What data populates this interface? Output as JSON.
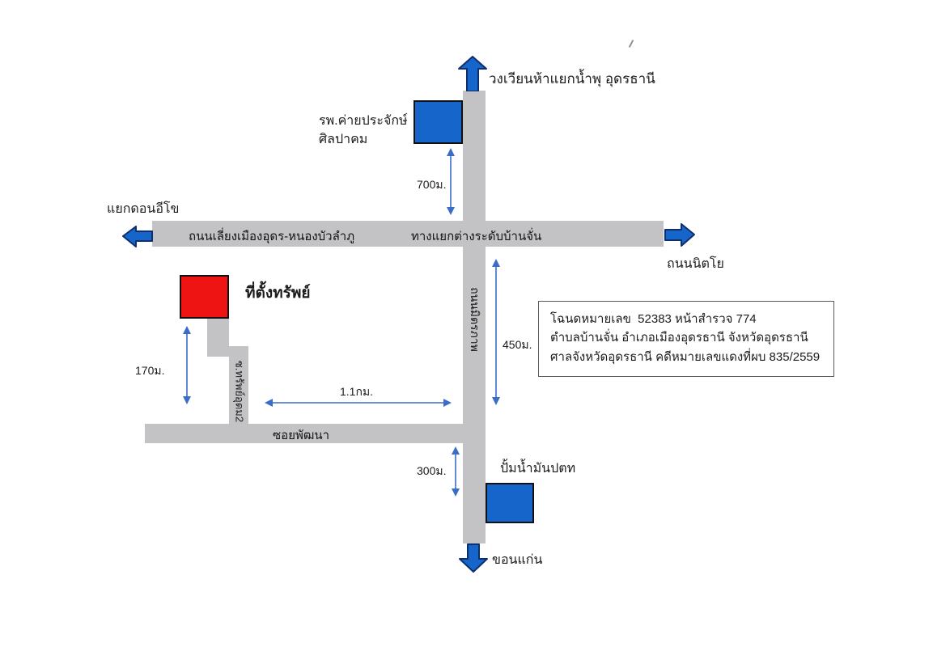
{
  "map": {
    "destinations": {
      "north": "วงเวียนห้าแยกน้ำพุ อุดรธานี",
      "south": "ขอนแก่น",
      "west_junction": "แยกดอนอีโข",
      "east_road": "ถนนนิตโย"
    },
    "roads": {
      "bypass": "ถนนเลี่ยงเมืองอุดร-หนองบัวลำภู",
      "interchange": "ทางแยกต่างระดับบ้านจั่น",
      "mittraphap": "ถนนมิตรภาพ",
      "soi_phatthana": "ซอยพัฒนา",
      "soi_sap_udom": "ซ.ทรัพย์อุดม2"
    },
    "landmarks": {
      "hospital_line1": "รพ.ค่ายประจักษ์",
      "hospital_line2": "ศิลปาคม",
      "property": "ที่ตั้งทรัพย์",
      "gas_station": "ปั้มน้ำมันปตท"
    },
    "distances": {
      "to_hospital": "700ม.",
      "to_soi_phatthana": "450ม.",
      "to_property": "170ม.",
      "soi_length": "1.1กม.",
      "to_gas_station": "300ม."
    },
    "deed_box": {
      "line1": "โฉนดหมายเลข  52383 หน้าสำรวจ 774",
      "line2": "ตำบลบ้านจั่น อำเภอเมืองอุดรธานี จังหวัดอุดรธานี",
      "line3": "ศาลจังหวัดอุดรธานี คดีหมายเลขแดงที่ผบ 835/2559"
    },
    "colors": {
      "road_gray": "#c3c3c6",
      "landmark_blue": "#1565cb",
      "property_red": "#ee1414",
      "arrow_blue": "#1565cb",
      "arrow_outline": "#0d2f6b",
      "measure_blue": "#3a6cc8"
    }
  }
}
